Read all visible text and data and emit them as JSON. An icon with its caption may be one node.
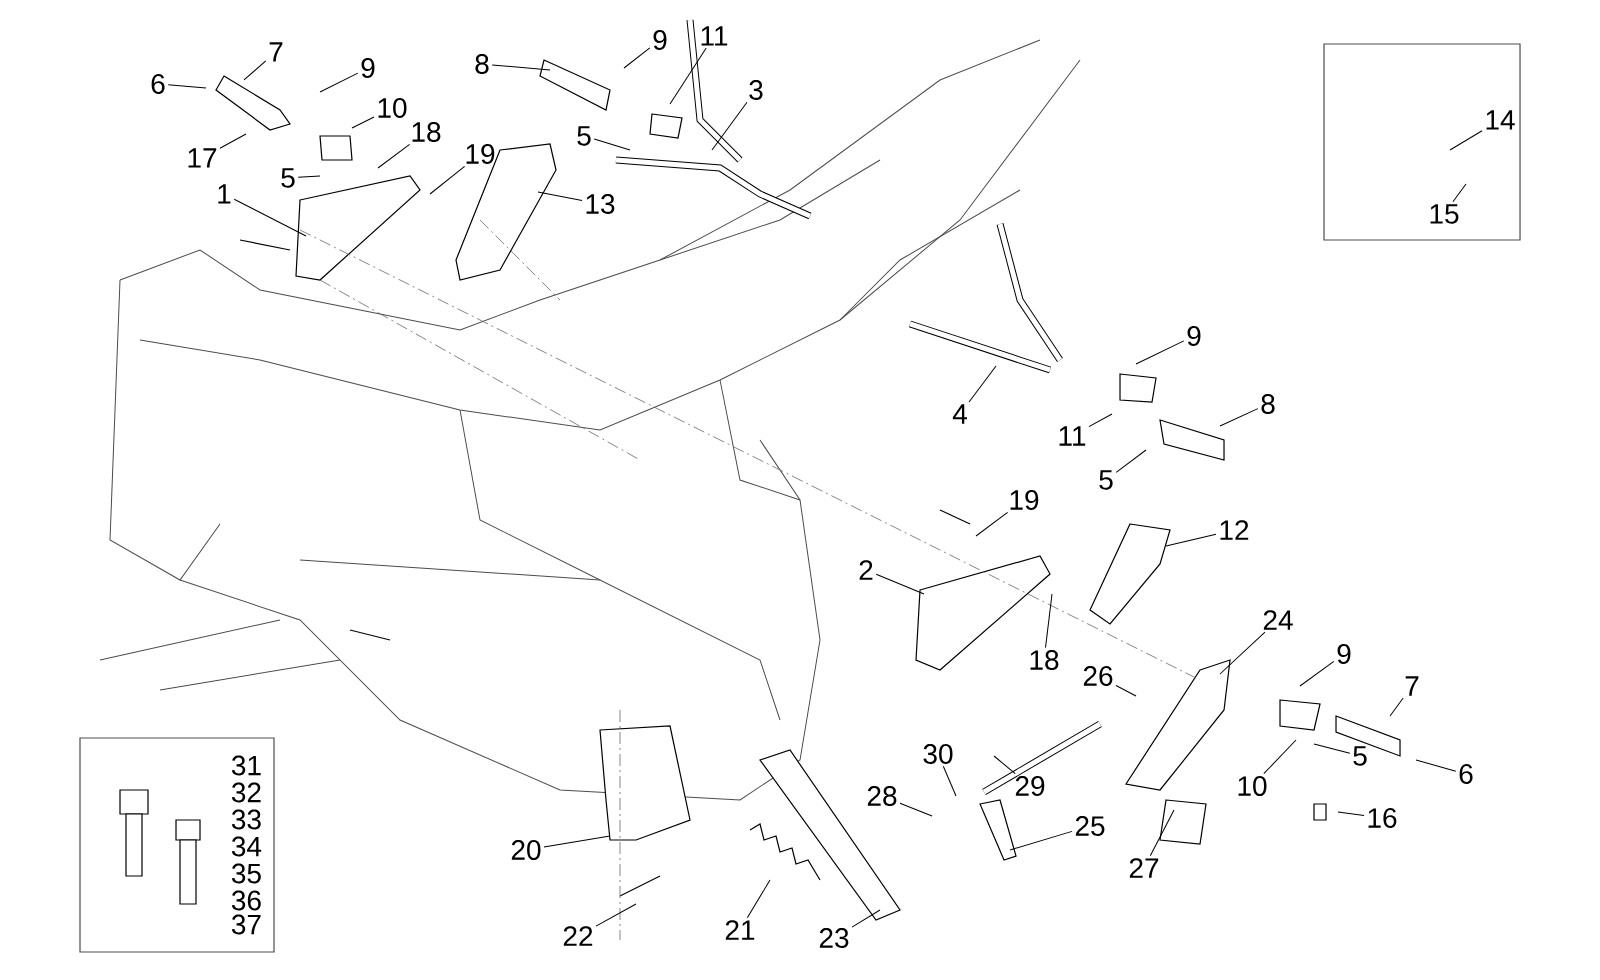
{
  "diagram": {
    "nodes": [
      {
        "text": [],
        "shape": "box"
      },
      {
        "text": [
          "14"
        ],
        "in": 0
      },
      {
        "text": [
          "15"
        ],
        "in": 0
      },
      {
        "text": [
          "7"
        ]
      },
      {
        "text": [
          "6"
        ]
      },
      {
        "text": [
          "9"
        ]
      },
      {
        "text": [
          "8"
        ]
      },
      {
        "text": [
          "9"
        ]
      },
      {
        "text": [
          "11"
        ]
      },
      {
        "text": [
          "10"
        ]
      },
      {
        "text": [
          "3"
        ]
      },
      {
        "text": [
          "18"
        ]
      },
      {
        "text": [
          "19"
        ]
      },
      {
        "text": [
          "17"
        ]
      },
      {
        "text": [
          "5"
        ]
      },
      {
        "text": [
          "5"
        ]
      },
      {
        "text": [
          "1"
        ]
      },
      {
        "text": [
          "13"
        ]
      },
      {
        "text": [
          "9"
        ]
      },
      {
        "text": [
          "8"
        ]
      },
      {
        "text": [
          "4"
        ]
      },
      {
        "text": [
          "11"
        ]
      },
      {
        "text": [
          "5"
        ]
      },
      {
        "text": [
          "19"
        ]
      },
      {
        "text": [
          "12"
        ]
      },
      {
        "text": [
          "2"
        ]
      },
      {
        "text": [
          "24"
        ]
      },
      {
        "text": [
          "18"
        ]
      },
      {
        "text": [
          "9"
        ]
      },
      {
        "text": [
          "26"
        ]
      },
      {
        "text": [
          "7"
        ]
      },
      {
        "text": [
          "30"
        ]
      },
      {
        "text": [
          "6"
        ]
      },
      {
        "text": [
          "5"
        ]
      },
      {
        "text": [
          "29"
        ]
      },
      {
        "text": [
          "10"
        ]
      },
      {
        "text": [
          "28"
        ]
      },
      {
        "text": [
          "16"
        ]
      },
      {
        "text": [
          "25"
        ]
      },
      {
        "text": [
          "20"
        ]
      },
      {
        "text": [
          "27"
        ]
      },
      {
        "text": [
          "22"
        ]
      },
      {
        "text": [
          "21"
        ]
      },
      {
        "text": [
          "23"
        ]
      },
      {
        "text": [
          "31",
          "32",
          "33",
          "34",
          "35",
          "36",
          "37"
        ]
      }
    ],
    "edges": [
      {
        "from": 1,
        "to": null,
        "arrow": "none"
      },
      {
        "from": 2,
        "to": null,
        "arrow": "none"
      },
      {
        "from": 3,
        "to": null,
        "arrow": "none"
      },
      {
        "from": 4,
        "to": null,
        "arrow": "none"
      },
      {
        "from": 5,
        "to": null,
        "arrow": "none"
      },
      {
        "from": 6,
        "to": null,
        "arrow": "none"
      },
      {
        "from": 7,
        "to": null,
        "arrow": "none"
      },
      {
        "from": 8,
        "to": null,
        "arrow": "none"
      },
      {
        "from": 9,
        "to": null,
        "arrow": "none"
      },
      {
        "from": 10,
        "to": null,
        "arrow": "none"
      },
      {
        "from": 11,
        "to": null,
        "arrow": "none"
      },
      {
        "from": 12,
        "to": null,
        "arrow": "none"
      },
      {
        "from": 13,
        "to": null,
        "arrow": "none"
      },
      {
        "from": 14,
        "to": null,
        "arrow": "none"
      },
      {
        "from": 15,
        "to": null,
        "arrow": "none"
      },
      {
        "from": 16,
        "to": null,
        "arrow": "none"
      },
      {
        "from": 17,
        "to": null,
        "arrow": "none"
      },
      {
        "from": 18,
        "to": null,
        "arrow": "none"
      },
      {
        "from": 19,
        "to": null,
        "arrow": "none"
      },
      {
        "from": 20,
        "to": null,
        "arrow": "none"
      },
      {
        "from": 21,
        "to": null,
        "arrow": "none"
      },
      {
        "from": 22,
        "to": null,
        "arrow": "none"
      },
      {
        "from": 23,
        "to": null,
        "arrow": "none"
      },
      {
        "from": 24,
        "to": null,
        "arrow": "none"
      },
      {
        "from": 25,
        "to": null,
        "arrow": "none"
      },
      {
        "from": 26,
        "to": null,
        "arrow": "none"
      },
      {
        "from": 27,
        "to": null,
        "arrow": "none"
      },
      {
        "from": 28,
        "to": null,
        "arrow": "none"
      },
      {
        "from": 29,
        "to": null,
        "arrow": "none"
      },
      {
        "from": 30,
        "to": null,
        "arrow": "none"
      },
      {
        "from": 31,
        "to": null,
        "arrow": "none"
      },
      {
        "from": 32,
        "to": null,
        "arrow": "none"
      },
      {
        "from": 33,
        "to": null,
        "arrow": "none"
      },
      {
        "from": 34,
        "to": null,
        "arrow": "none"
      },
      {
        "from": 35,
        "to": null,
        "arrow": "none"
      },
      {
        "from": 36,
        "to": null,
        "arrow": "none"
      },
      {
        "from": 37,
        "to": null,
        "arrow": "none"
      },
      {
        "from": 38,
        "to": null,
        "arrow": "none"
      },
      {
        "from": 39,
        "to": null,
        "arrow": "none"
      },
      {
        "from": 40,
        "to": null,
        "arrow": "none"
      },
      {
        "from": 41,
        "to": null,
        "arrow": "none"
      },
      {
        "from": 42,
        "to": null,
        "arrow": "none"
      },
      {
        "from": 43,
        "to": null,
        "arrow": "none"
      }
    ]
  }
}
